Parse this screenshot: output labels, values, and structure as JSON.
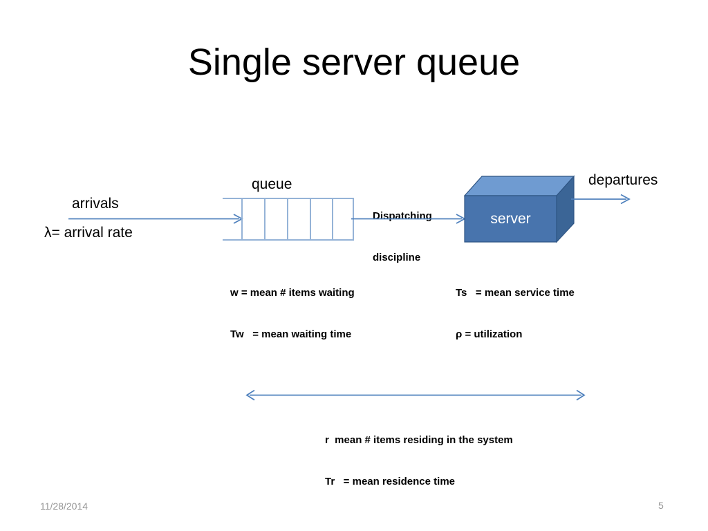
{
  "slide": {
    "title": "Single server queue",
    "footer": {
      "date": "11/28/2014",
      "page_number": "5"
    }
  },
  "diagram": {
    "arrivals_label": "arrivals",
    "arrival_rate_label": "λ= arrival rate",
    "queue_label": "queue",
    "dispatching_line1": "Dispatching",
    "dispatching_line2": "discipline",
    "server_label": "server",
    "departures_label": "departures",
    "waiting_note_line1": "w = mean # items waiting",
    "waiting_note_line2": "Tw   = mean waiting time",
    "service_note_line1": "Ts   = mean service time",
    "service_note_line2": "ρ = utilization",
    "residence_note_line1": "r  mean # items residing in the system",
    "residence_note_line2": "Tr   = mean residence time"
  },
  "colors": {
    "connector_blue": "#4f81bd",
    "queue_edge_blue": "#95b3d7",
    "server_front": "#4874ad",
    "server_top": "#6f9bd1",
    "server_side": "#3b6596",
    "server_outline": "#2f5584",
    "footer_gray": "#969696"
  },
  "icons": {
    "arrivals_arrow": "arrow-right-icon",
    "dispatch_arrow": "arrow-right-icon",
    "departures_arrow": "arrow-right-icon",
    "residence_arrow": "double-headed-arrow-icon"
  }
}
